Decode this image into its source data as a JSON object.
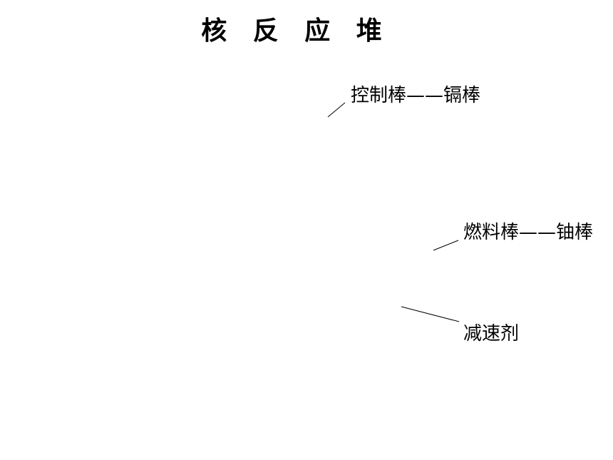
{
  "diagram": {
    "title": "核 反 应 堆",
    "labels": {
      "control_rod": "控制棒——镉棒",
      "fuel_rod": "燃料棒——铀棒",
      "moderator": "减速剂"
    }
  }
}
